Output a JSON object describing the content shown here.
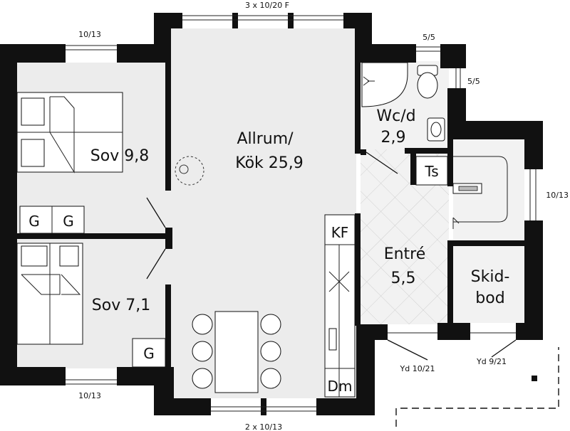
{
  "rooms": {
    "allrum_line1": "Allrum/",
    "allrum_line2": "Kök 25,9",
    "sov1": "Sov 9,8",
    "sov2": "Sov 7,1",
    "wc_line1": "Wc/d",
    "wc_line2": "2,9",
    "entre_line1": "Entré",
    "entre_line2": "5,5",
    "skid_line1": "Skid-",
    "skid_line2": "bod"
  },
  "fixtures": {
    "ts": "Ts",
    "kf": "KF",
    "dm": "Dm",
    "g": "G"
  },
  "windows": {
    "top_center": "3 x 10/20 F",
    "top_left": "10/13",
    "bottom_left": "10/13",
    "bottom_center": "2 x 10/13",
    "wc_top": "5/5",
    "wc_side": "5/5",
    "right": "10/13",
    "door_front": "Yd 10/21",
    "door_skidbod": "Yd 9/21"
  }
}
